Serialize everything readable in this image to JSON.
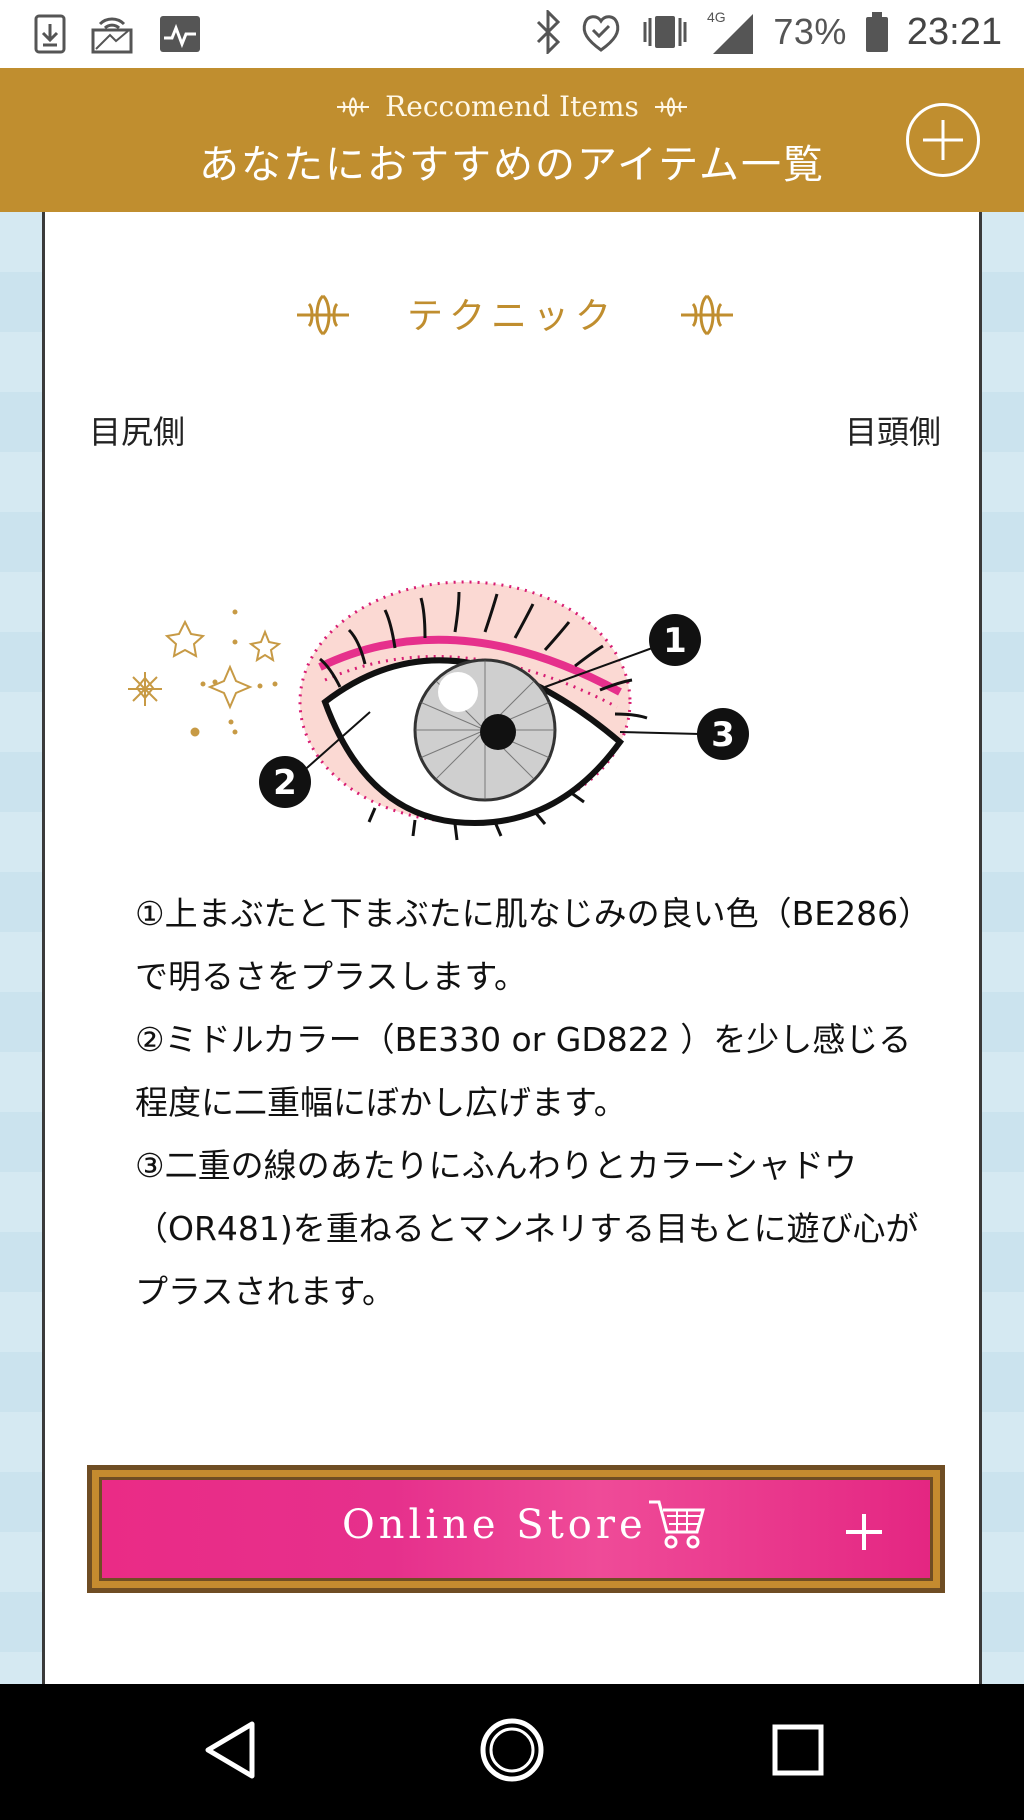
{
  "status_bar": {
    "battery": "73%",
    "time": "23:21",
    "network": "4G",
    "icons": [
      "download-icon",
      "cast-icon",
      "activity-icon",
      "bluetooth-icon",
      "heart-shield-icon",
      "vibrate-icon",
      "signal-icon",
      "battery-icon"
    ]
  },
  "header": {
    "subtitle": "Reccomend Items",
    "title": "あなたにおすすめのアイテム一覧",
    "icon": "plus-circle-icon"
  },
  "section": {
    "title": "テクニック"
  },
  "eye_diagram": {
    "left_label": "目尻側",
    "right_label": "目頭側",
    "markers": [
      "1",
      "2",
      "3"
    ]
  },
  "description": [
    "①上まぶたと下まぶたに肌なじみの良い色（BE286）で明るさをプラスします。",
    "②ミドルカラー（BE330 or GD822 ）を少し感じる程度に二重幅にぼかし広げます。",
    "③二重の線のあたりにふんわりとカラーシャドウ（OR481)を重ねるとマンネリする目もとに遊び心がプラスされます。"
  ],
  "store_button": {
    "label": "Online Store",
    "icons": [
      "cart-icon",
      "plus-icon"
    ],
    "color": "#e6308c"
  },
  "nav": {
    "icons": [
      "back-icon",
      "home-icon",
      "recents-icon"
    ]
  },
  "colors": {
    "header": "#c08e2f",
    "accent_gold": "#c08e2f",
    "pink": "#e6308c"
  }
}
